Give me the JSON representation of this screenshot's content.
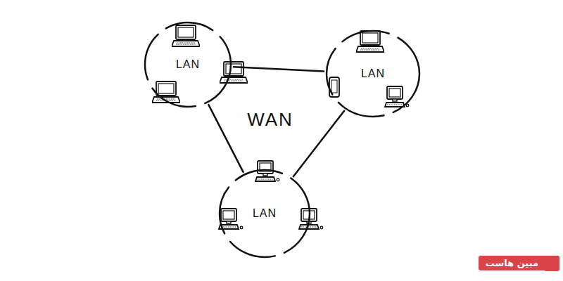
{
  "diagram": {
    "nodes": [
      {
        "text": [
          "LAN"
        ]
      },
      {
        "text": [
          "LAN"
        ]
      },
      {
        "text": [
          "LAN"
        ]
      }
    ],
    "edges": [
      {
        "from": 0,
        "to": 1,
        "arrow": "none"
      },
      {
        "from": 0,
        "to": 2,
        "arrow": "none"
      },
      {
        "from": 1,
        "to": 2,
        "arrow": "none"
      }
    ],
    "labels": [
      "WAN",
      "مبین هاست"
    ]
  }
}
